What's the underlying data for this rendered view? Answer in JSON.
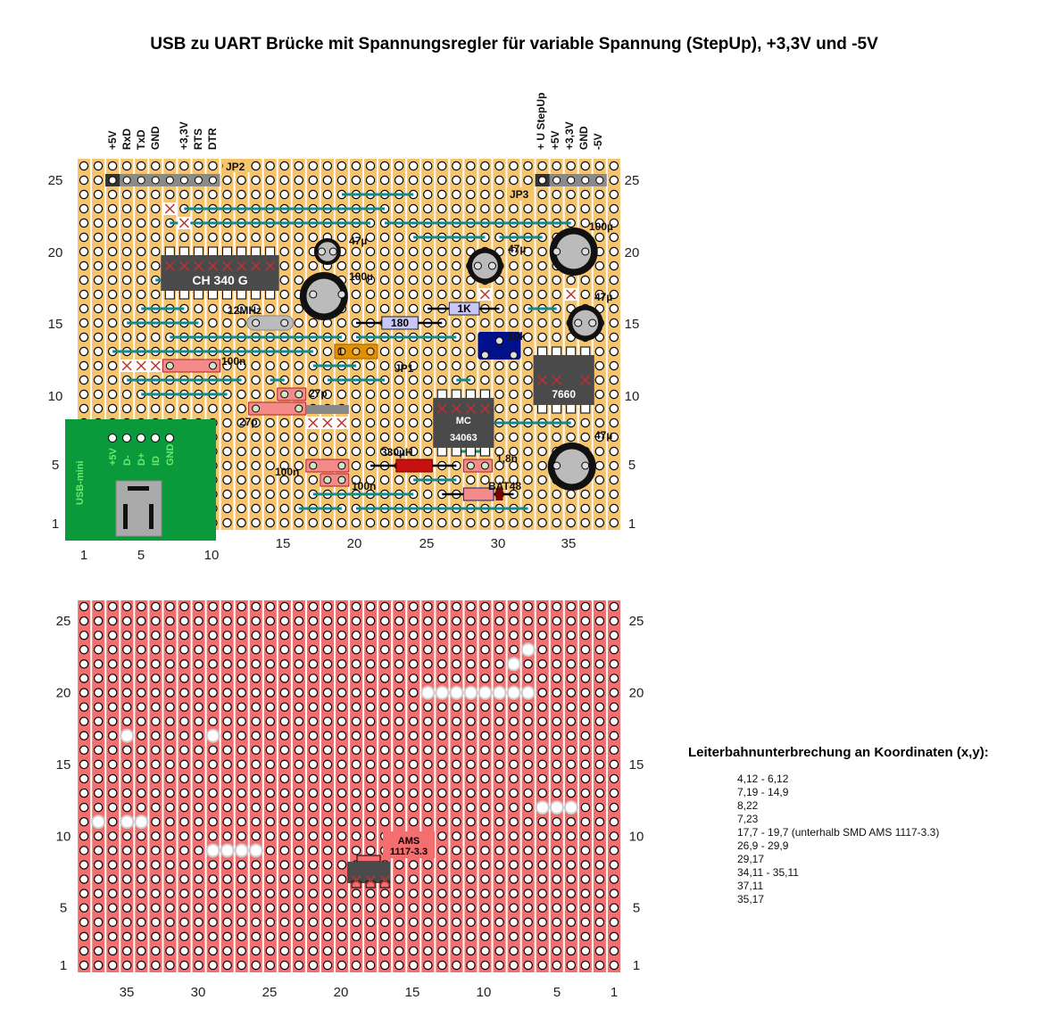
{
  "title": "USB zu UART Brücke mit Spannungsregler für variable Spannung (StepUp), +3,3V und -5V",
  "top_board": {
    "jp2_pins": [
      "+5V",
      "RxD",
      "TxD",
      "GND",
      "+3,3V",
      "RTS",
      "DTR"
    ],
    "jp3_pins": [
      "+ U StepUp",
      "+5V",
      "+3,3V",
      "GND",
      "-5V"
    ],
    "jp2": "JP2",
    "jp3": "JP3",
    "jp1": "JP1",
    "jp1_pin1": "1",
    "components": {
      "ch340": "CH 340 G",
      "crystal": "12MHz",
      "c47u_a": "47µ",
      "c100u_a": "100µ",
      "c47u_b": "47µ",
      "c100u_b": "100µ",
      "c47u_c": "47µ",
      "c47u_d": "47µ",
      "r1k": "1K",
      "r180": "180",
      "pot": "10k",
      "c100n_a": "100n",
      "c27p_a": "27p",
      "c27p_b": "27p",
      "mc_1": "MC",
      "mc_2": "34063",
      "icl": "7660",
      "inductor": "330µH",
      "c1n8": "1,8n",
      "c100n_b": "100n",
      "c100n_c": "100n",
      "diode": "BAT48"
    },
    "usb": {
      "name": "USB-mini",
      "pins": [
        "+5V",
        "D-",
        "D+",
        "ID",
        "GND"
      ]
    },
    "x_ticks": [
      "1",
      "5",
      "10",
      "15",
      "20",
      "25",
      "30",
      "35"
    ],
    "y_ticks": [
      "25",
      "20",
      "15",
      "10",
      "5",
      "1"
    ]
  },
  "bottom_board": {
    "smd_1": "AMS",
    "smd_2": "1117-3.3",
    "x_ticks": [
      "35",
      "30",
      "25",
      "20",
      "15",
      "10",
      "5",
      "1"
    ],
    "y_ticks": [
      "25",
      "20",
      "15",
      "10",
      "5",
      "1"
    ]
  },
  "legend": {
    "title": "Leiterbahnunterbrechung an Koordinaten (x,y):",
    "items": [
      "4,12 - 6,12",
      "7,19 - 14,9",
      "8,22",
      "7,23",
      "17,7 - 19,7  (unterhalb SMD AMS 1117-3.3)",
      "26,9 - 29,9",
      "29,17",
      "34,11 - 35,11",
      "37,11",
      "35,17"
    ]
  },
  "colors": {
    "strip_top": "#f5c46c",
    "strip_bottom": "#f36e6e",
    "wire": "#15888a",
    "chip": "#4a4a4a",
    "usb_board": "#0a9a3c",
    "usb_text": "#6ee86e"
  }
}
